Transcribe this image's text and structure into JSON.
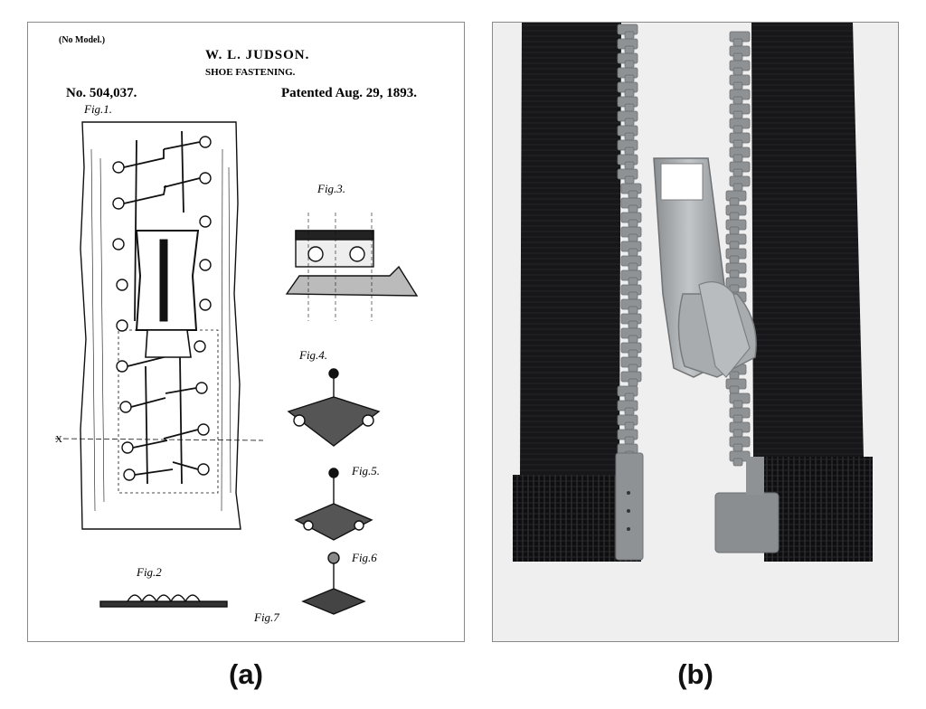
{
  "panel_a": {
    "model_note": "(No Model.)",
    "inventor": "W. L. JUDSON.",
    "title": "SHOE FASTENING.",
    "patent_number": "No. 504,037.",
    "patent_date": "Patented Aug. 29, 1893.",
    "fig_labels": [
      "Fig.1.",
      "Fig.2",
      "Fig.3.",
      "Fig.4.",
      "Fig.5.",
      "Fig.6",
      "Fig.7"
    ]
  },
  "captions": {
    "a": "(a)",
    "b": "(b)"
  },
  "colors": {
    "tape": "#17171a",
    "teeth": "#8e9294",
    "slider": "#a3a6a8",
    "background_b": "#efefef"
  }
}
